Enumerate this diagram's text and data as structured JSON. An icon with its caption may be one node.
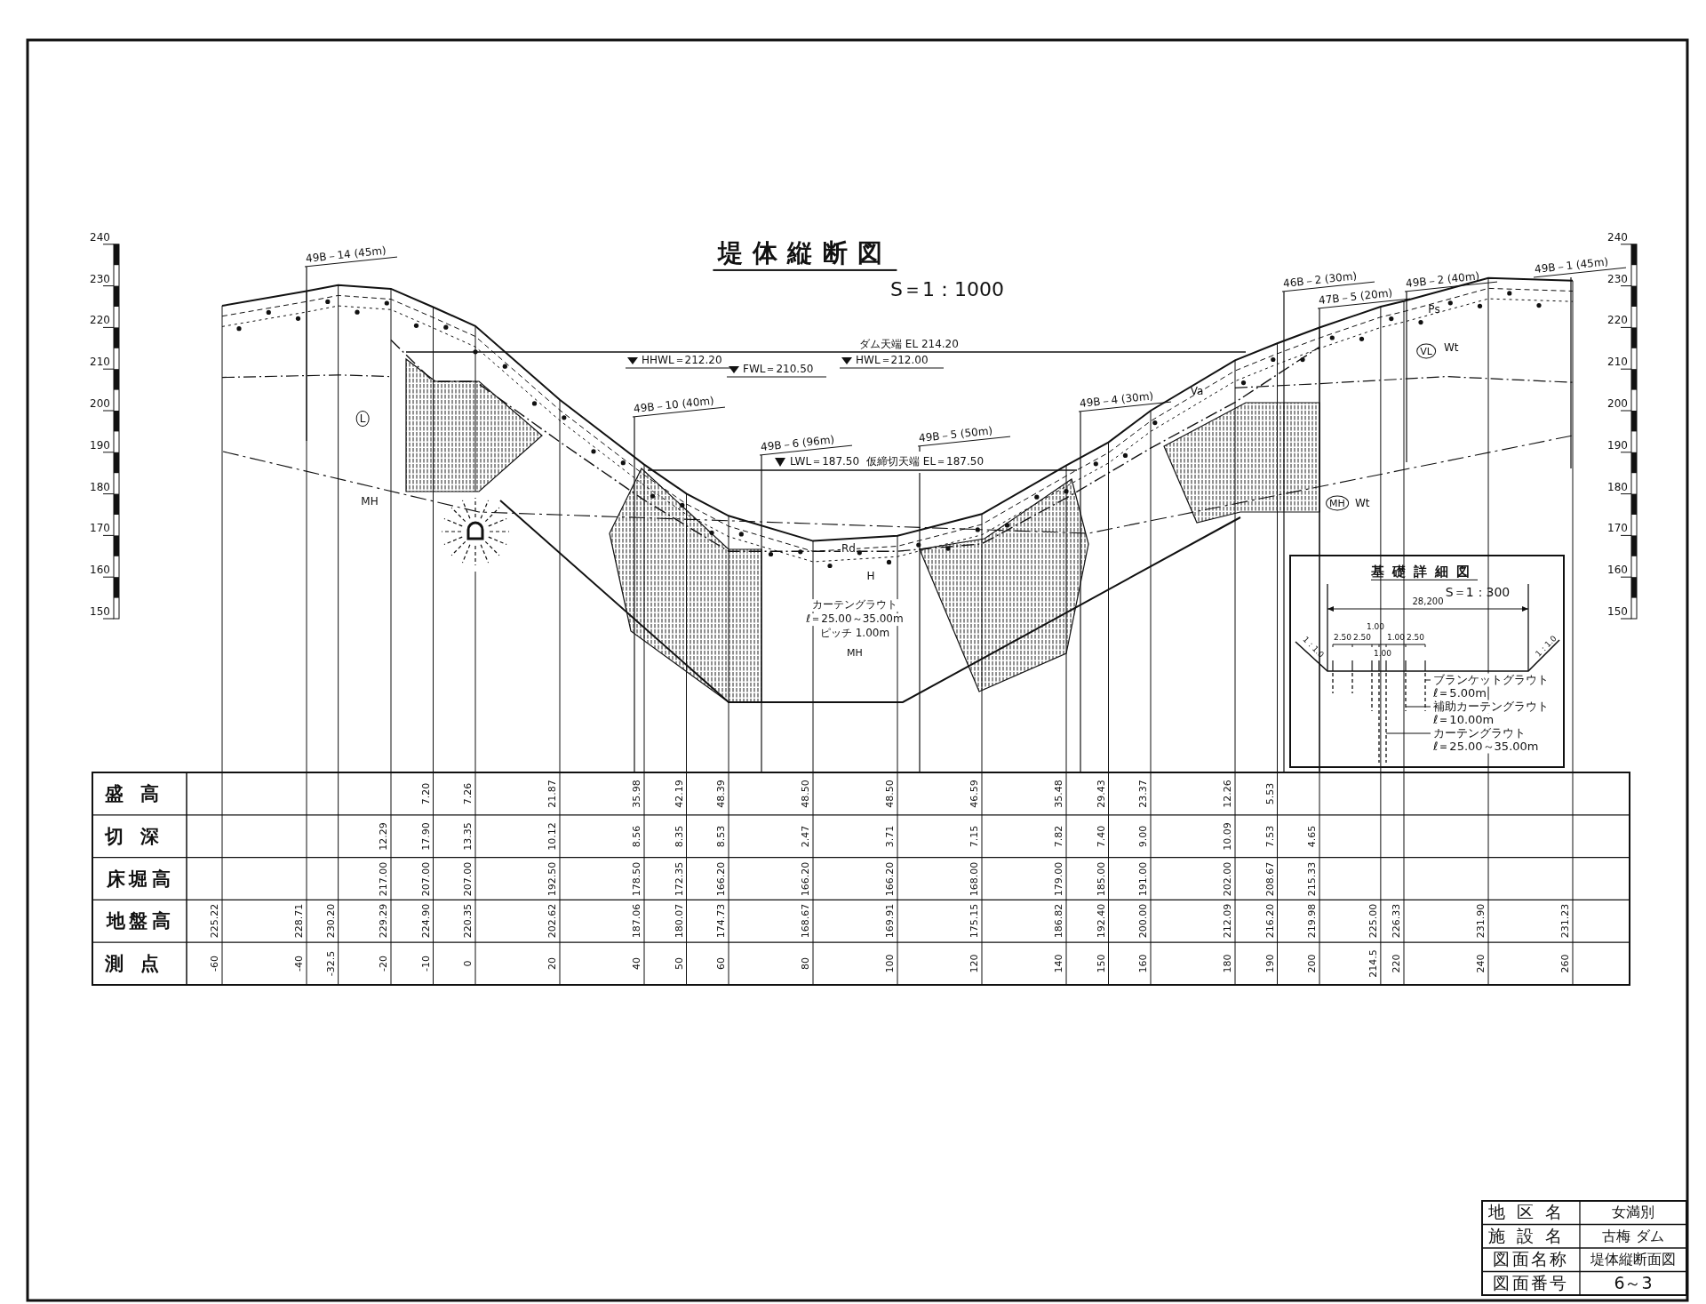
{
  "diagram": {
    "title": "堤体縦断図",
    "nodes": [
      {
        "text": [
          "基礎詳細図",
          "S＝1：300"
        ]
      }
    ],
    "labels": [
      "S＝1：1000",
      "49B－14 (45m)",
      "49B－10 (40m)",
      "49B－6 (96m)",
      "49B－5 (50m)",
      "49B－4 (30m)",
      "46B－2 (30m)",
      "47B－5 (20m)",
      "49B－2 (40m)",
      "49B－1 (45m)",
      "ダム天端 EL 214.20",
      "HHWL＝212.20",
      "FWL＝210.50",
      "HWL＝212.00",
      "LWL＝187.50",
      "仮締切天端 EL＝187.50",
      "L",
      "MH",
      "Rd",
      "H",
      "Va",
      "Ps",
      "VL",
      "Wt",
      "MH",
      "Wt",
      "カーテングラウト",
      "ℓ＝25.00～35.00m",
      "ピッチ 1.00m",
      "MH",
      "240",
      "230",
      "220",
      "210",
      "200",
      "190",
      "180",
      "170",
      "160",
      "150",
      "240",
      "230",
      "220",
      "210",
      "200",
      "190",
      "180",
      "170",
      "160",
      "150",
      "1：1.0",
      "1：1.0",
      "28,200",
      "1.00",
      "2.50",
      "2.50",
      "1.00",
      "2.50",
      "1.00",
      "ブランケットグラウト",
      "ℓ＝5.00m",
      "補助カーテングラウト",
      "ℓ＝10.00m",
      "カーテングラウト",
      "ℓ＝25.00～35.00m",
      "盛高",
      "7.20",
      "7.26",
      "21.87",
      "35.98",
      "42.19",
      "48.39",
      "48.50",
      "48.50",
      "46.59",
      "35.48",
      "29.43",
      "23.37",
      "12.26",
      "5.53",
      "切深",
      "12.29",
      "17.90",
      "13.35",
      "10.12",
      "8.56",
      "8.35",
      "8.53",
      "2.47",
      "3.71",
      "7.15",
      "7.82",
      "7.40",
      "9.00",
      "10.09",
      "7.53",
      "4.65",
      "床堀高",
      "217.00",
      "207.00",
      "207.00",
      "192.50",
      "178.50",
      "172.35",
      "166.20",
      "166.20",
      "166.20",
      "168.00",
      "179.00",
      "185.00",
      "191.00",
      "202.00",
      "208.67",
      "215.33",
      "地盤高",
      "225.22",
      "228.71",
      "230.20",
      "229.29",
      "224.90",
      "220.35",
      "202.62",
      "187.06",
      "180.07",
      "174.73",
      "168.67",
      "169.91",
      "175.15",
      "186.82",
      "192.40",
      "200.00",
      "212.09",
      "216.20",
      "219.98",
      "225.00",
      "226.33",
      "231.90",
      "231.23",
      "測点",
      "-60",
      "-40",
      "-32.5",
      "-20",
      "-10",
      "0",
      "20",
      "40",
      "50",
      "60",
      "80",
      "100",
      "120",
      "140",
      "150",
      "160",
      "180",
      "190",
      "200",
      "214.5",
      "220",
      "240",
      "260",
      "地区名",
      "女満別",
      "施設名",
      "古梅 ダム",
      "図面名称",
      "堤体縦断面図",
      "図面番号",
      "6～3"
    ]
  }
}
